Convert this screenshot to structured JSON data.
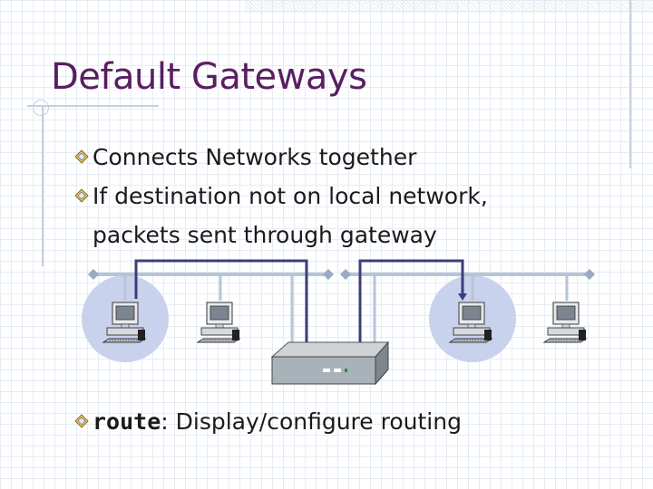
{
  "slide": {
    "title": "Default Gateways",
    "bullets": [
      {
        "text": "Connects Networks together"
      },
      {
        "text": "If destination not on local network,",
        "text2": "packets sent through gateway"
      },
      {
        "code": "route",
        "text": ": Display/configure routing"
      }
    ]
  },
  "colors": {
    "title": "#5a1e62",
    "network_line": "#b8c4d6",
    "path": "#3b3f7a",
    "highlight": "#c8d2ec"
  },
  "diagram": {
    "left_network_hosts": [
      "computer",
      "computer"
    ],
    "right_network_hosts": [
      "computer",
      "computer"
    ],
    "device": "router"
  }
}
